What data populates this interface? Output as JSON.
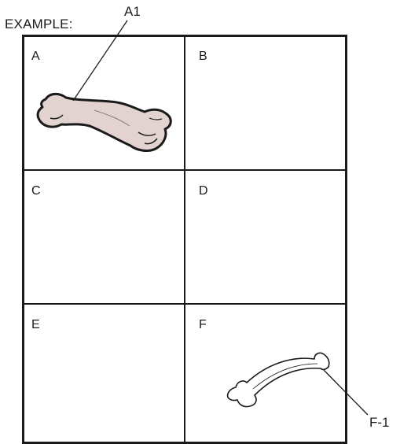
{
  "heading": "EXAMPLE:",
  "cells": [
    {
      "label": "A"
    },
    {
      "label": "B"
    },
    {
      "label": "C"
    },
    {
      "label": "D"
    },
    {
      "label": "E"
    },
    {
      "label": "F"
    }
  ],
  "callouts": {
    "a1": "A1",
    "f1": "F-1"
  },
  "colors": {
    "femur_fill": "#e2d3d1",
    "line": "#1a1a1a",
    "rib_fill": "#ffffff"
  },
  "icons": {
    "femur": "femur-bone-icon",
    "rib": "rib-bone-icon"
  }
}
